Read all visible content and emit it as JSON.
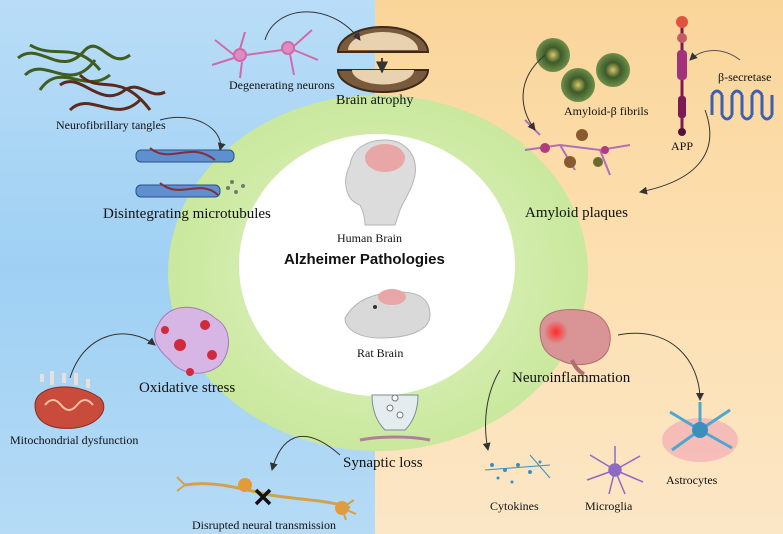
{
  "center": {
    "human_brain": "Human Brain",
    "title": "Alzheimer Pathologies",
    "rat_brain": "Rat Brain"
  },
  "labels": {
    "degenerating_neurons": "Degenerating neurons",
    "brain_atrophy": "Brain atrophy",
    "neurofibrillary_tangles": "Neurofibrillary tangles",
    "disintegrating_microtubules": "Disintegrating microtubules",
    "amyloid_fibrils": "Amyloid-β fibrils",
    "beta_secretase": "β-secretase",
    "app": "APP",
    "amyloid_plaques": "Amyloid plaques",
    "oxidative_stress": "Oxidative stress",
    "mitochondrial_dysfunction": "Mitochondrial dysfunction",
    "synaptic_loss": "Synaptic loss",
    "disrupted_neural_transmission": "Disrupted neural transmission",
    "neuroinflammation": "Neuroinflammation",
    "cytokines": "Cytokines",
    "microglia": "Microglia",
    "astrocytes": "Astrocytes"
  },
  "colors": {
    "left_bg": "#a9d5f5",
    "right_bg": "#fbdcaa",
    "ring": "#c9e89c",
    "core": "#ffffff"
  }
}
